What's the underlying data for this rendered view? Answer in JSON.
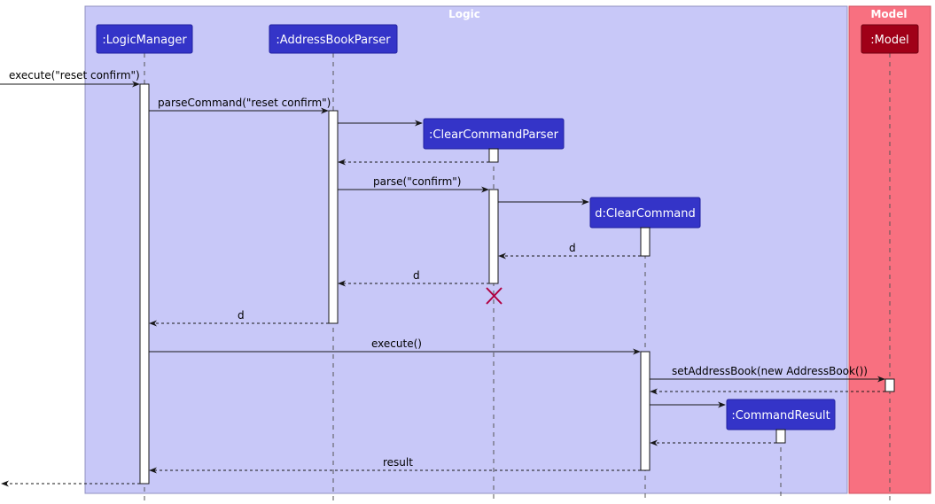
{
  "colors": {
    "logic_box": "#c8c8f8",
    "logic_border": "#9090c0",
    "model_box": "#f87080",
    "model_border": "#d05060",
    "logic_participant": "#3434c8",
    "model_participant": "#a00018",
    "destroy_mark": "#b00040"
  },
  "boxes": {
    "logic": {
      "title": "Logic"
    },
    "model": {
      "title": "Model"
    }
  },
  "participants": {
    "logic_manager": ":LogicManager",
    "address_book_parser": ":AddressBookParser",
    "clear_command_parser": ":ClearCommandParser",
    "clear_command": "d:ClearCommand",
    "command_result": ":CommandResult",
    "model": ":Model"
  },
  "messages": {
    "execute_call": "execute(\"reset confirm\")",
    "parse_command": "parseCommand(\"reset confirm\")",
    "parse_confirm": "parse(\"confirm\")",
    "return_d_1": "d",
    "return_d_2": "d",
    "return_d_3": "d",
    "execute": "execute()",
    "set_address_book": "setAddressBook(new AddressBook())",
    "result": "result"
  }
}
